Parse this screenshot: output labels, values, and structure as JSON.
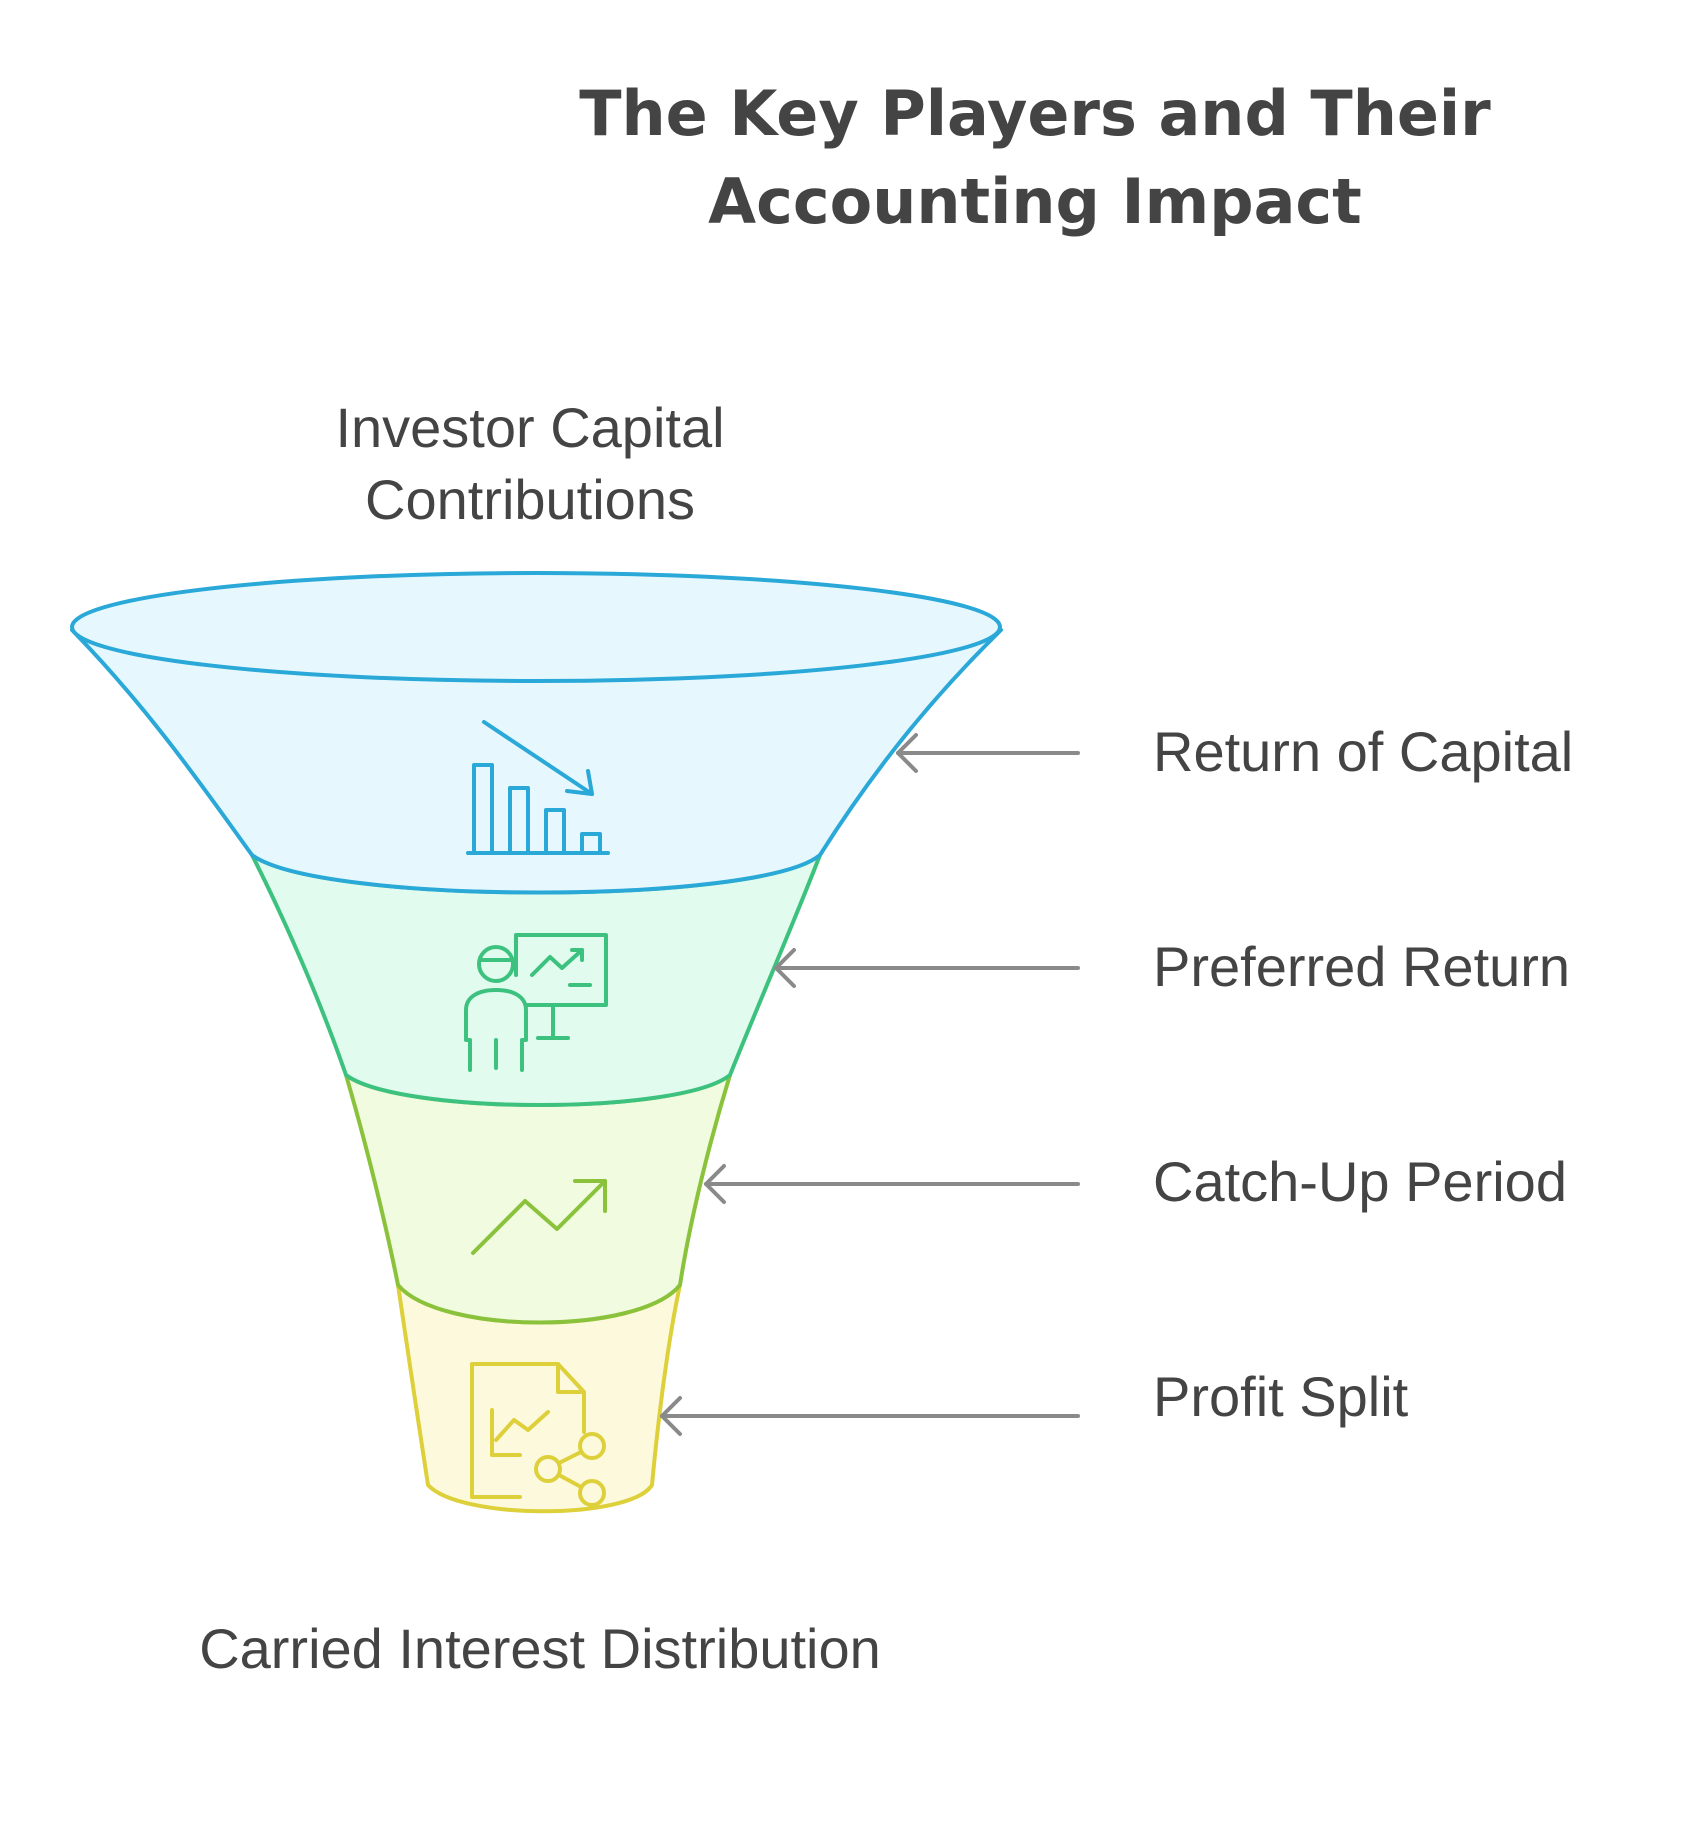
{
  "title": {
    "line1": "The Key Players and Their",
    "line2": "Accounting Impact"
  },
  "top_label": {
    "line1": "Investor Capital",
    "line2": "Contributions"
  },
  "bottom_label": "Carried Interest Distribution",
  "stages": [
    {
      "label": "Return of Capital",
      "icon": "declining-bar-chart-icon",
      "stroke": "#2aa8d8",
      "fill": "#e6f8fd"
    },
    {
      "label": "Preferred Return",
      "icon": "presenter-chart-icon",
      "stroke": "#3cc27e",
      "fill": "#e2fbef"
    },
    {
      "label": "Catch-Up Period",
      "icon": "trending-up-arrow-icon",
      "stroke": "#8ac23c",
      "fill": "#f0fbdf"
    },
    {
      "label": "Profit Split",
      "icon": "document-chart-share-icon",
      "stroke": "#ddd03a",
      "fill": "#fdf9dc"
    }
  ],
  "arrow_color": "#8a8a8a"
}
